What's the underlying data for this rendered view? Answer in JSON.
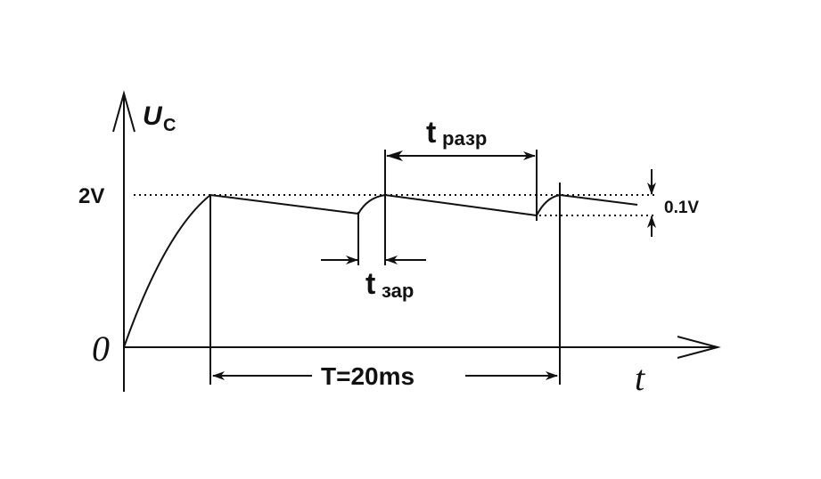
{
  "diagram": {
    "y_axis_label": "U",
    "y_axis_subscript": "C",
    "x_axis_label": "t",
    "origin_label": "0",
    "level_label": "2V",
    "ripple_label": "0.1V",
    "discharge_label": "t",
    "discharge_subscript": "разр",
    "charge_label": "t",
    "charge_subscript": "зар",
    "period_label": "T=20ms"
  }
}
